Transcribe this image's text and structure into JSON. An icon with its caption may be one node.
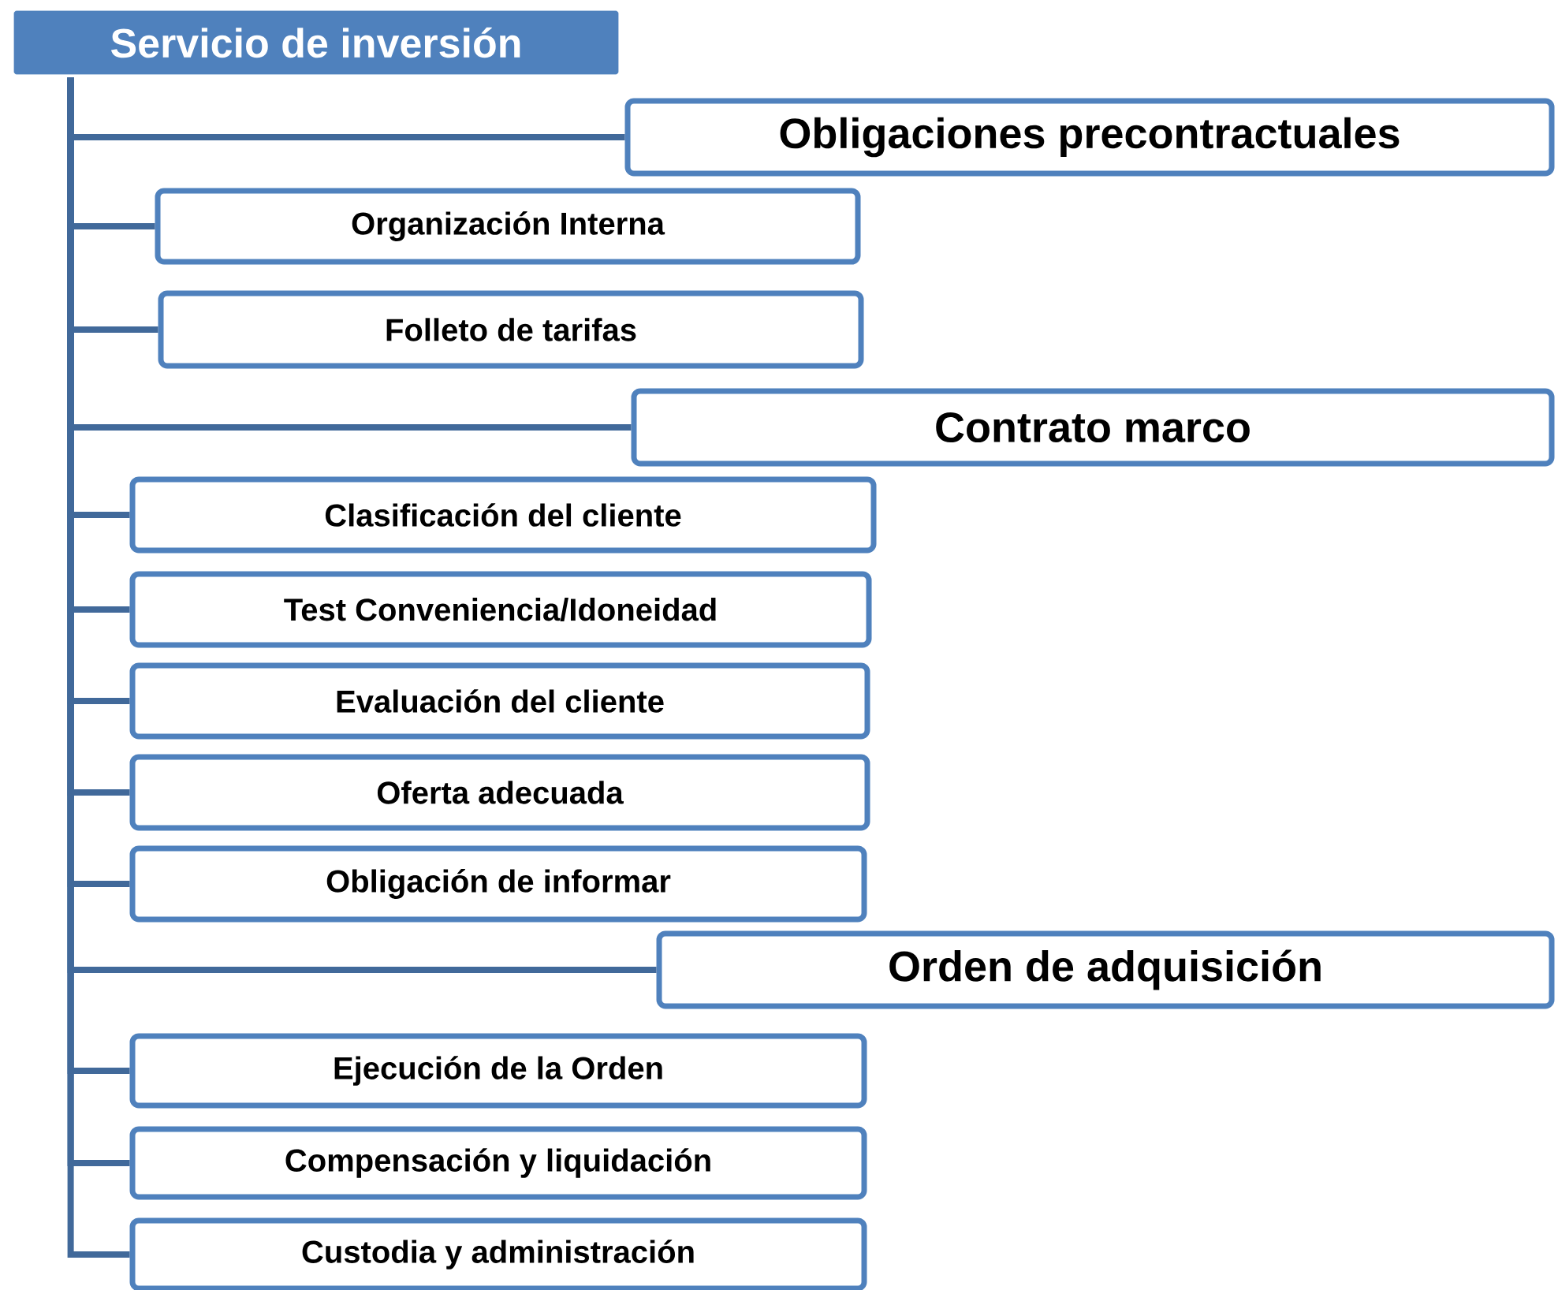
{
  "diagram": {
    "nodes": [
      {
        "text": [
          "Servicio de inversión"
        ]
      },
      {
        "text": [
          "Obligaciones precontractuales"
        ]
      },
      {
        "text": [
          "Organización Interna"
        ]
      },
      {
        "text": [
          "Folleto de tarifas"
        ]
      },
      {
        "text": [
          "Contrato marco"
        ]
      },
      {
        "text": [
          "Clasificación del cliente"
        ]
      },
      {
        "text": [
          "Test Conveniencia/Idoneidad"
        ]
      },
      {
        "text": [
          "Evaluación del cliente"
        ]
      },
      {
        "text": [
          "Oferta adecuada"
        ]
      },
      {
        "text": [
          "Obligación de informar"
        ]
      },
      {
        "text": [
          "Orden de adquisición"
        ]
      },
      {
        "text": [
          "Ejecución de la Orden"
        ]
      },
      {
        "text": [
          "Compensación y liquidación"
        ]
      },
      {
        "text": [
          "Custodia y administración"
        ]
      }
    ],
    "edges": [
      {
        "from": 0,
        "to": 1,
        "arrow": "none"
      },
      {
        "from": 0,
        "to": 2,
        "arrow": "none"
      },
      {
        "from": 0,
        "to": 3,
        "arrow": "none"
      },
      {
        "from": 0,
        "to": 4,
        "arrow": "none"
      },
      {
        "from": 0,
        "to": 5,
        "arrow": "none"
      },
      {
        "from": 0,
        "to": 6,
        "arrow": "none"
      },
      {
        "from": 0,
        "to": 7,
        "arrow": "none"
      },
      {
        "from": 0,
        "to": 8,
        "arrow": "none"
      },
      {
        "from": 0,
        "to": 9,
        "arrow": "none"
      },
      {
        "from": 0,
        "to": 10,
        "arrow": "none"
      },
      {
        "from": 0,
        "to": 11,
        "arrow": "none"
      },
      {
        "from": 0,
        "to": 12,
        "arrow": "none"
      },
      {
        "from": 0,
        "to": 13,
        "arrow": "none"
      }
    ]
  }
}
